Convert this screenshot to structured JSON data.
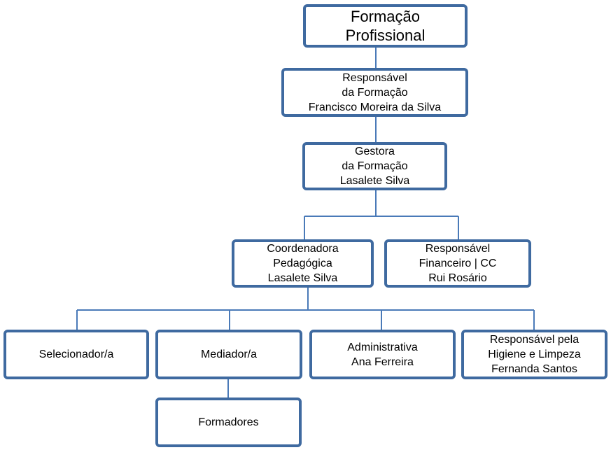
{
  "diagram": {
    "line_color": "#4a7ab8",
    "border_color": "#3f6aa0",
    "nodes": {
      "root": [
        "Formação",
        "Profissional"
      ],
      "responsavel_formacao": [
        "Responsável",
        "da Formação",
        "Francisco Moreira da Silva"
      ],
      "gestora": [
        "Gestora",
        "da Formação",
        "Lasalete Silva"
      ],
      "coordenadora": [
        "Coordenadora",
        "Pedagógica",
        "Lasalete Silva"
      ],
      "financeiro": [
        "Responsável",
        "Financeiro | CC",
        "Rui Rosário"
      ],
      "selecionador": [
        "Selecionador/a"
      ],
      "mediador": [
        "Mediador/a"
      ],
      "administrativa": [
        "Administrativa",
        "Ana Ferreira"
      ],
      "higiene": [
        "Responsável pela",
        "Higiene e Limpeza",
        "Fernanda Santos"
      ],
      "formadores": [
        "Formadores"
      ]
    }
  }
}
